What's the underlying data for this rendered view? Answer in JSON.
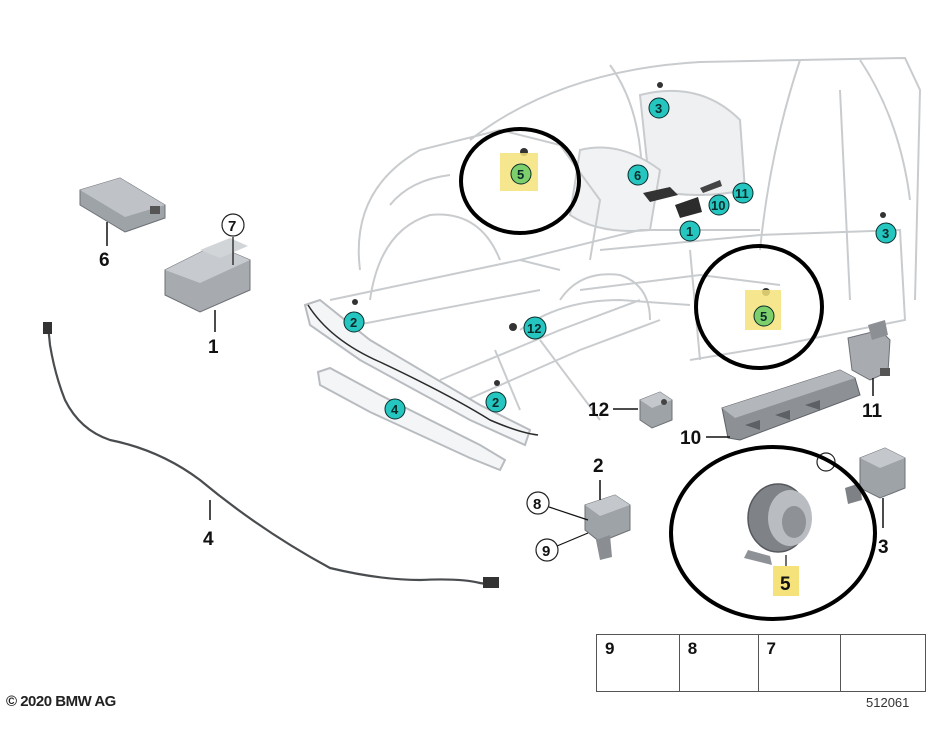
{
  "diagram": {
    "callouts": {
      "c6a": "6",
      "c7": "7",
      "c1a": "1",
      "c3top": "3",
      "c5top": "5",
      "c6top": "6",
      "c11top": "11",
      "c10top": "10",
      "c1top": "1",
      "c3right": "3",
      "c2left": "2",
      "c12car": "12",
      "c4car": "4",
      "c2front": "2",
      "c5pillar": "5",
      "c12part": "12",
      "c11part": "11",
      "c10part": "10",
      "c2part": "2",
      "c8": "8",
      "c9": "9",
      "c3part": "3",
      "c4part": "4",
      "c5part": "5"
    },
    "highlight_color": "#f5e27a",
    "teal_color": "#26c6c0"
  },
  "legend": {
    "items": [
      "9",
      "8",
      "7"
    ]
  },
  "footer": {
    "copyright": "© 2020 BMW AG",
    "reference": "512061"
  }
}
